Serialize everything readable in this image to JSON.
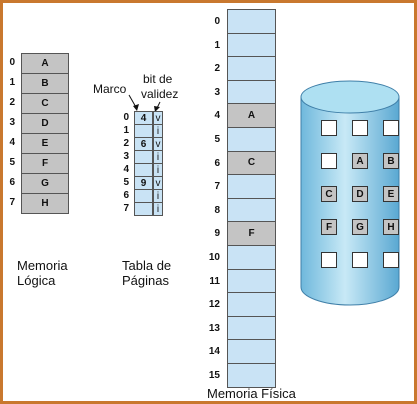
{
  "logical_memory": {
    "caption_line1": "Memoria",
    "caption_line2": "Lógica",
    "indices": [
      "0",
      "1",
      "2",
      "3",
      "4",
      "5",
      "6",
      "7"
    ],
    "pages": [
      "A",
      "B",
      "C",
      "D",
      "E",
      "F",
      "G",
      "H"
    ]
  },
  "page_table": {
    "frame_header": "Marco",
    "valid_header_line1": "bit de",
    "valid_header_line2": "validez",
    "caption_line1": "Tabla de",
    "caption_line2": "Páginas",
    "indices": [
      "0",
      "1",
      "2",
      "3",
      "4",
      "5",
      "6",
      "7"
    ],
    "frames": [
      "4",
      "",
      "6",
      "",
      "",
      "9",
      "",
      ""
    ],
    "bits": [
      "v",
      "i",
      "v",
      "i",
      "i",
      "v",
      "i",
      "i"
    ]
  },
  "physical_memory": {
    "caption": "Memoria Física",
    "indices": [
      "0",
      "1",
      "2",
      "3",
      "4",
      "5",
      "6",
      "7",
      "8",
      "9",
      "10",
      "11",
      "12",
      "13",
      "14",
      "15"
    ],
    "contents": [
      "",
      "",
      "",
      "",
      "A",
      "",
      "C",
      "",
      "",
      "F",
      "",
      "",
      "",
      "",
      "",
      ""
    ]
  },
  "disk": {
    "rows": [
      [
        "",
        "",
        ""
      ],
      [
        "",
        "A",
        "B"
      ],
      [
        "C",
        "D",
        "E"
      ],
      [
        "F",
        "G",
        "H"
      ],
      [
        "",
        "",
        ""
      ]
    ]
  }
}
